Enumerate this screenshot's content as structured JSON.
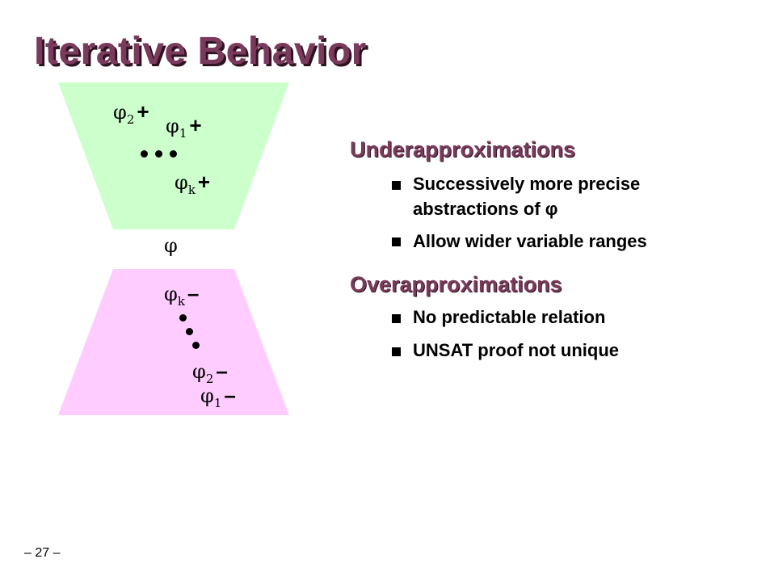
{
  "title": "Iterative Behavior",
  "diagram": {
    "upper_labels": [
      {
        "symbol": "φ",
        "sub": "2",
        "sign": "+"
      },
      {
        "symbol": "φ",
        "sub": "1",
        "sign": "+"
      },
      {
        "symbol": "φ",
        "sub": "k",
        "sign": "+"
      }
    ],
    "center_label": "φ",
    "lower_labels": [
      {
        "symbol": "φ",
        "sub": "k",
        "sign": "–"
      },
      {
        "symbol": "φ",
        "sub": "2",
        "sign": "–"
      },
      {
        "symbol": "φ",
        "sub": "1",
        "sign": "–"
      }
    ],
    "colors": {
      "upper_fill": "#ccffcc",
      "lower_fill": "#ffccff"
    }
  },
  "sections": [
    {
      "heading": "Underapproximations",
      "bullets": [
        "Successively more precise abstractions of φ",
        "Allow wider variable ranges"
      ]
    },
    {
      "heading": "Overapproximations",
      "bullets": [
        "No predictable relation",
        "UNSAT proof not unique"
      ]
    }
  ],
  "footer": "– 27 –",
  "colors": {
    "title": "#7a3a5c"
  }
}
